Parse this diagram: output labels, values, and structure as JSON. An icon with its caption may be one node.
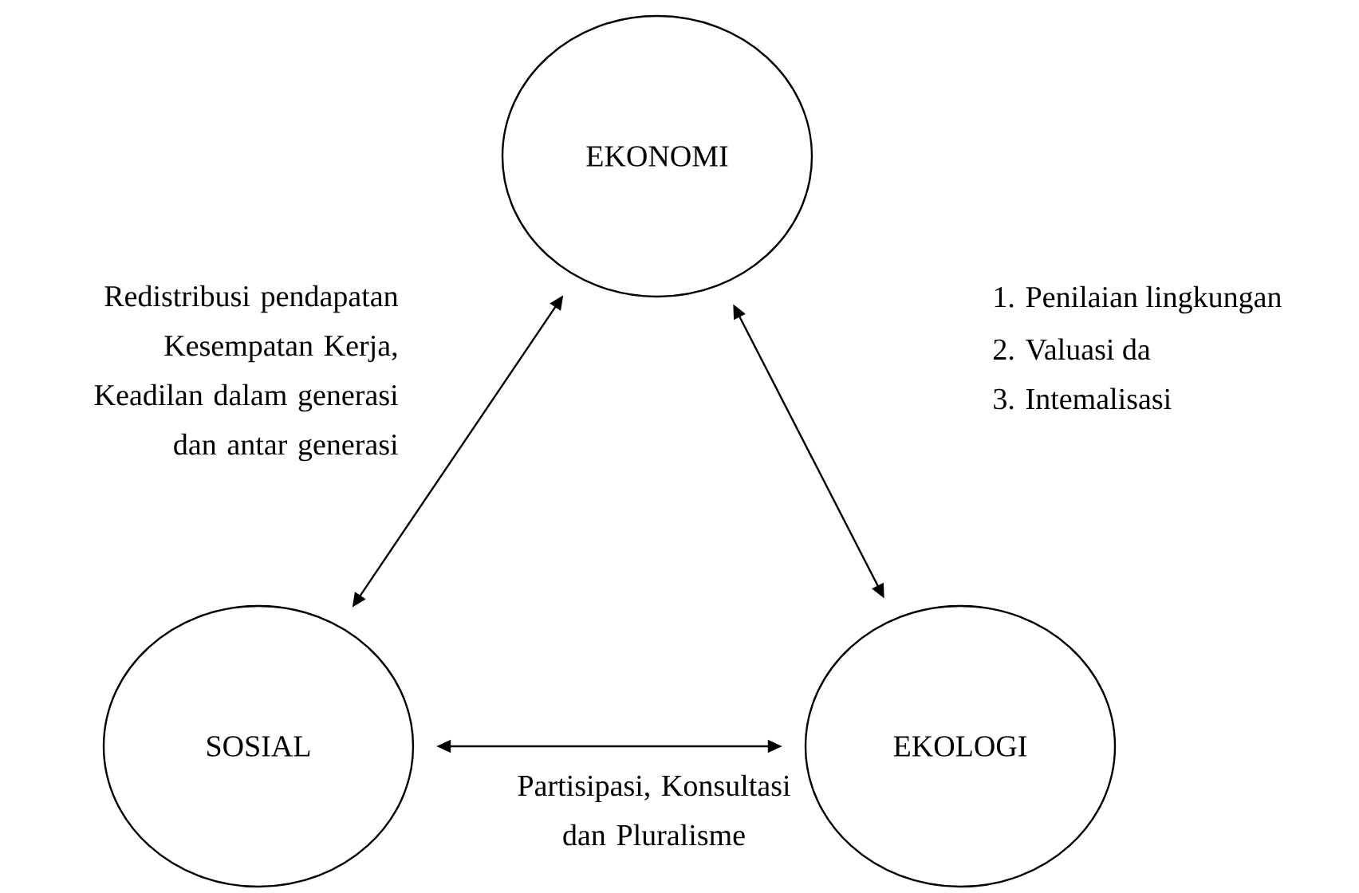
{
  "diagram": {
    "nodes": [
      {
        "text": [
          "EKONOMI"
        ]
      },
      {
        "text": [
          "SOSIAL"
        ]
      },
      {
        "text": [
          "EKOLOGI"
        ]
      }
    ],
    "edges": [
      {
        "from": 1,
        "to": 0,
        "arrow": "both",
        "label": "Redistribusi pendapatan Kesempatan Kerja, Keadilan dalam generasi dan antar generasi"
      },
      {
        "from": 0,
        "to": 2,
        "arrow": "both"
      },
      {
        "from": 1,
        "to": 2,
        "arrow": "both",
        "label": "Partisipasi, Konsultasi dan Pluralisme"
      }
    ],
    "labels": [
      "1. Penilaian lingkungan",
      "2. Valuasi da",
      "3. Intemalisasi"
    ]
  }
}
